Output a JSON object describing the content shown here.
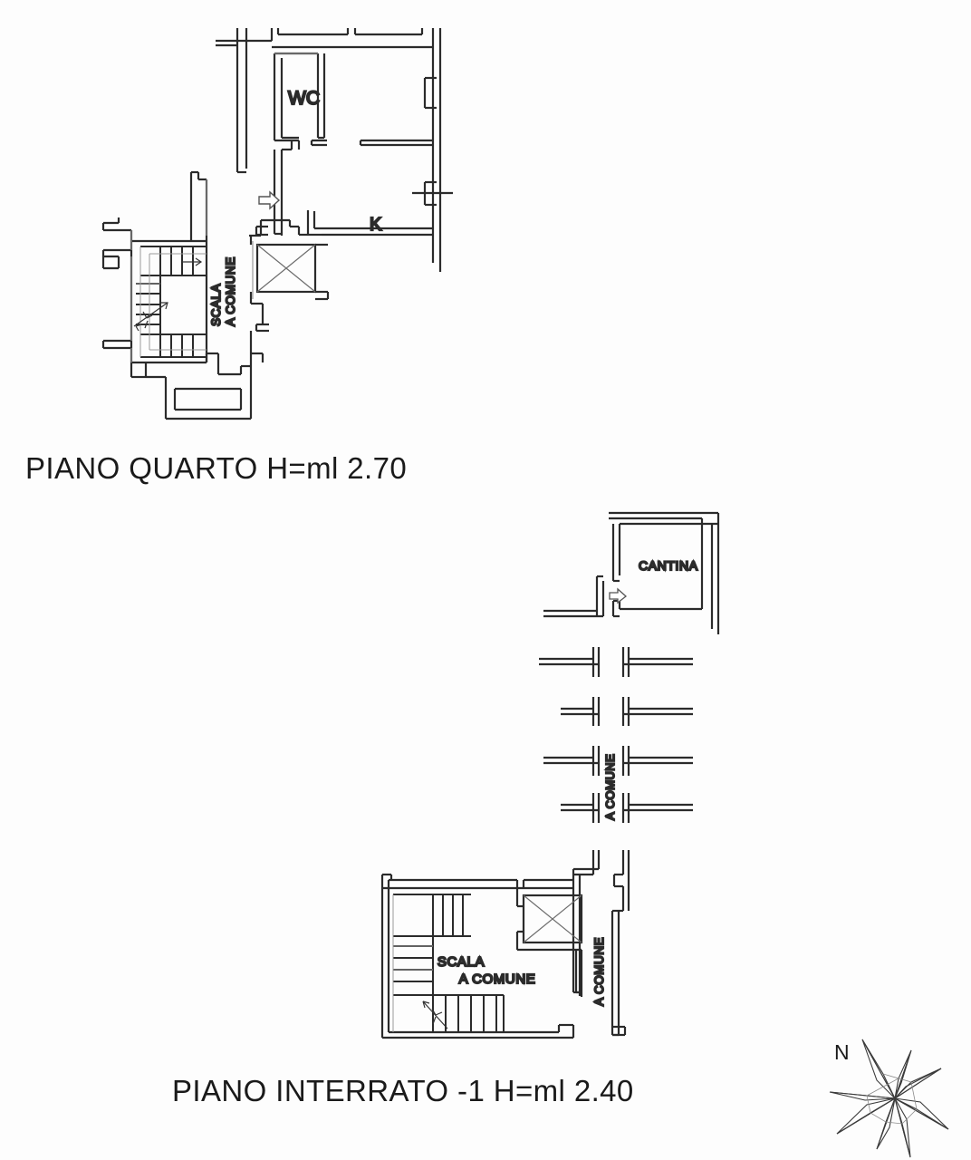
{
  "document": {
    "type": "architectural-floor-plan",
    "language": "it",
    "background_color": "#fdfdfd",
    "line_color": "#2b2b2b",
    "thin_line_color": "#8a8a8a"
  },
  "plans": [
    {
      "id": "piano-quarto",
      "title": "PIANO QUARTO  H=ml 2.70",
      "title_parts": {
        "floor_label": "PIANO QUARTO",
        "height_label": "H=ml 2.70"
      },
      "rooms": [
        {
          "key": "wc",
          "label": "WC"
        },
        {
          "key": "kitchen",
          "label": "K"
        },
        {
          "key": "stair",
          "label_line1": "SCALA",
          "label_line2": "A COMUNE",
          "rotated": true
        }
      ],
      "symbols": [
        {
          "key": "entrance-arrow",
          "name": "arrow-right-icon"
        },
        {
          "key": "elevator-shaft",
          "name": "elevator-shaft-icon"
        },
        {
          "key": "stair-direction-arrow",
          "name": "stair-up-arrow-icon"
        }
      ]
    },
    {
      "id": "piano-interrato",
      "title": "PIANO INTERRATO -1  H=ml 2.40",
      "title_parts": {
        "floor_label": "PIANO INTERRATO -1",
        "height_label": "H=ml 2.40"
      },
      "rooms": [
        {
          "key": "cantina",
          "label": "CANTINA"
        },
        {
          "key": "corridor-upper",
          "label": "A COMUNE",
          "rotated": true
        },
        {
          "key": "corridor-lower",
          "label": "A COMUNE",
          "rotated": true
        },
        {
          "key": "stair",
          "label_line1": "SCALA",
          "label_line2": "A COMUNE"
        }
      ],
      "symbols": [
        {
          "key": "cantina-arrow",
          "name": "arrow-right-icon"
        },
        {
          "key": "elevator-shaft",
          "name": "elevator-shaft-icon"
        },
        {
          "key": "stair-direction-arrow",
          "name": "stair-up-arrow-icon"
        }
      ]
    }
  ],
  "compass": {
    "north_label": "N",
    "points": 8,
    "name": "compass-rose"
  }
}
